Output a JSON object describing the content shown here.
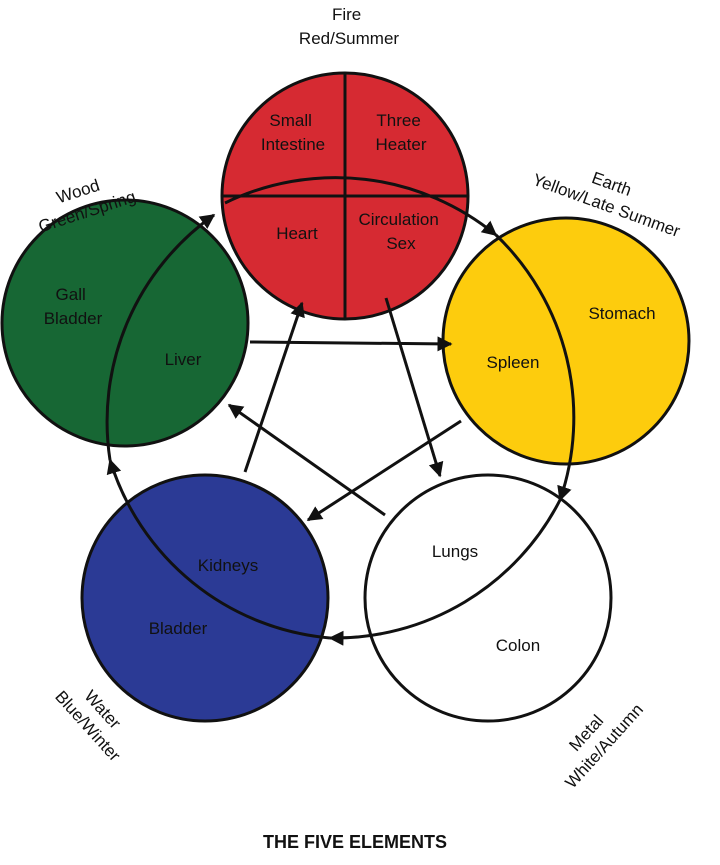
{
  "title": "THE FIVE ELEMENTS",
  "colors": {
    "fire": "#d62a32",
    "earth": "#fdcc0d",
    "metal": "#ffffff",
    "water": "#2b3a95",
    "wood": "#176734",
    "line": "#111111"
  },
  "elements": {
    "fire": {
      "name": "Fire",
      "season": "Red/Summer"
    },
    "earth": {
      "name": "Earth",
      "season": "Yellow/Late Summer"
    },
    "metal": {
      "name": "Metal",
      "season": "White/Autumn"
    },
    "water": {
      "name": "Water",
      "season": "Blue/Winter"
    },
    "wood": {
      "name": "Wood",
      "season": "Green/Spring"
    }
  },
  "organs": {
    "small_intestine": [
      "Small",
      "Intestine"
    ],
    "three_heater": [
      "Three",
      "Heater"
    ],
    "heart": "Heart",
    "circulation_sex": [
      "Circulation",
      "Sex"
    ],
    "stomach": "Stomach",
    "spleen": "Spleen",
    "lungs": "Lungs",
    "colon": "Colon",
    "kidneys": "Kidneys",
    "bladder": "Bladder",
    "liver": "Liver",
    "gall_bladder": [
      "Gall",
      "Bladder"
    ]
  }
}
